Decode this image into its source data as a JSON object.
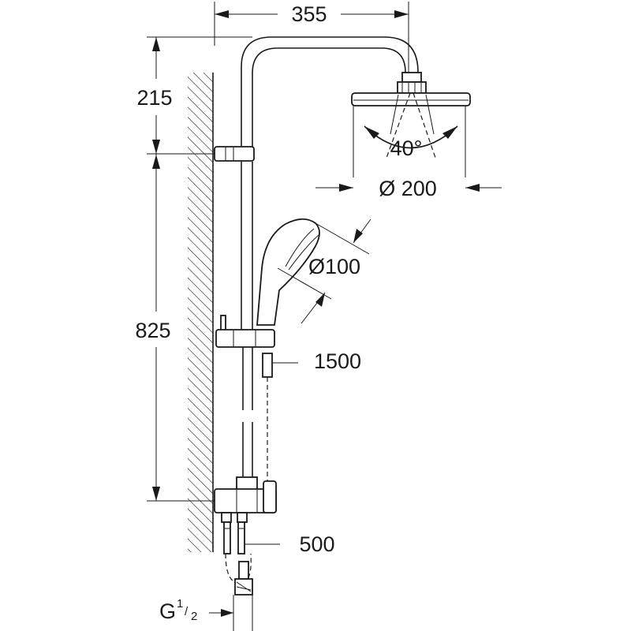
{
  "dimensions": {
    "width": "355",
    "height_top": "215",
    "height_mid": "825",
    "angle": "40°",
    "head_diameter": "Ø 200",
    "hand_diameter": "Ø100",
    "hose_length": "1500",
    "drop_length": "500",
    "thread_base": "G",
    "thread_num": "1",
    "thread_den": "2"
  }
}
